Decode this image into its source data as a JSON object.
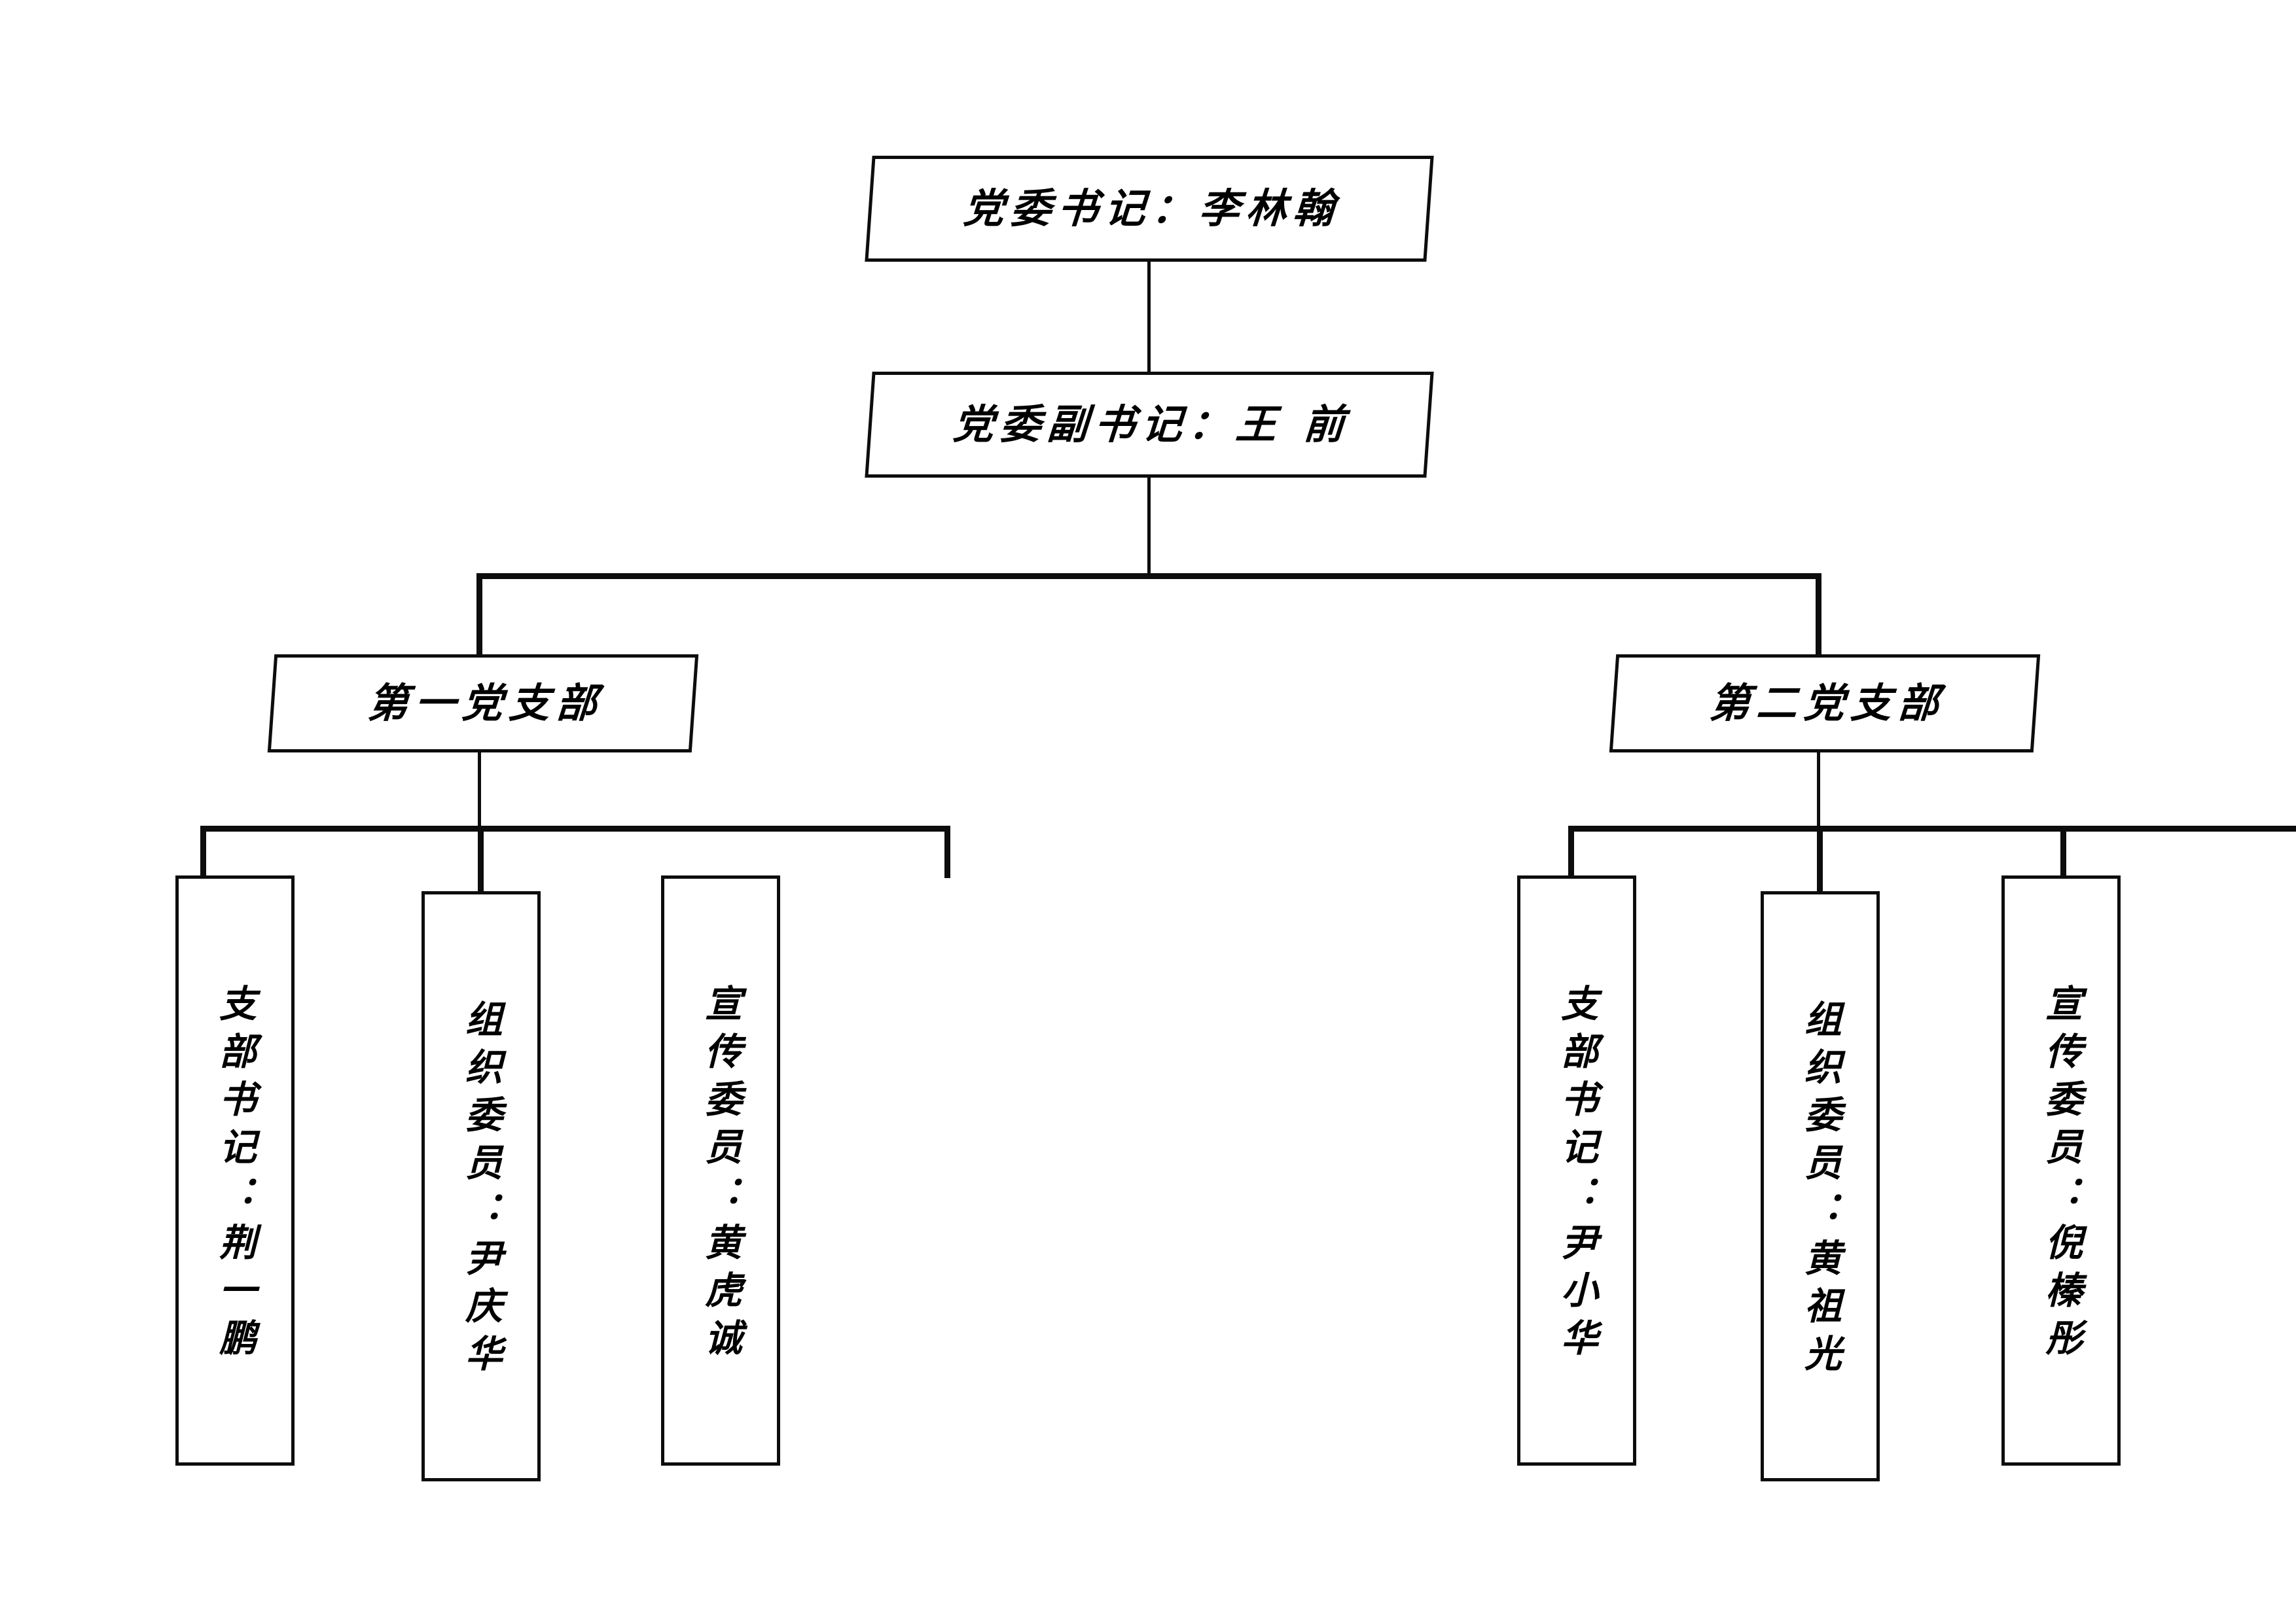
{
  "chart": {
    "type": "organization-chart",
    "title_text": "",
    "levels": [
      {
        "level": 1,
        "orientation": "horizontal",
        "nodes": [
          {
            "id": "party-secretary",
            "label": "党委书记：李林翰"
          }
        ]
      },
      {
        "level": 2,
        "orientation": "horizontal",
        "nodes": [
          {
            "id": "deputy-party-secretary",
            "label": "党委副书记：王 前"
          }
        ]
      },
      {
        "level": 3,
        "orientation": "horizontal",
        "nodes": [
          {
            "id": "branch-one",
            "label": "第一党支部"
          },
          {
            "id": "branch-two",
            "label": "第二党支部"
          }
        ]
      },
      {
        "level": 4,
        "orientation": "vertical",
        "nodes": [
          {
            "id": "b1-secretary",
            "label": "支部书记：荆一鹏"
          },
          {
            "id": "b1-organization",
            "label": "组织委员：尹庆华"
          },
          {
            "id": "b1-publicity",
            "label": "宣传委员：黄虎诚"
          },
          {
            "id": "b2-secretary",
            "label": "支部书记：尹小华"
          },
          {
            "id": "b2-organization",
            "label": "组织委员：黄祖光"
          },
          {
            "id": "b2-publicity",
            "label": "宣传委员：倪榛彤"
          }
        ]
      }
    ],
    "colors": {
      "line": "#0d0d0d",
      "box_border": "#0d0d0d",
      "box_fill": "#ffffff",
      "text": "#000000",
      "page_background": "#ffffff"
    }
  }
}
